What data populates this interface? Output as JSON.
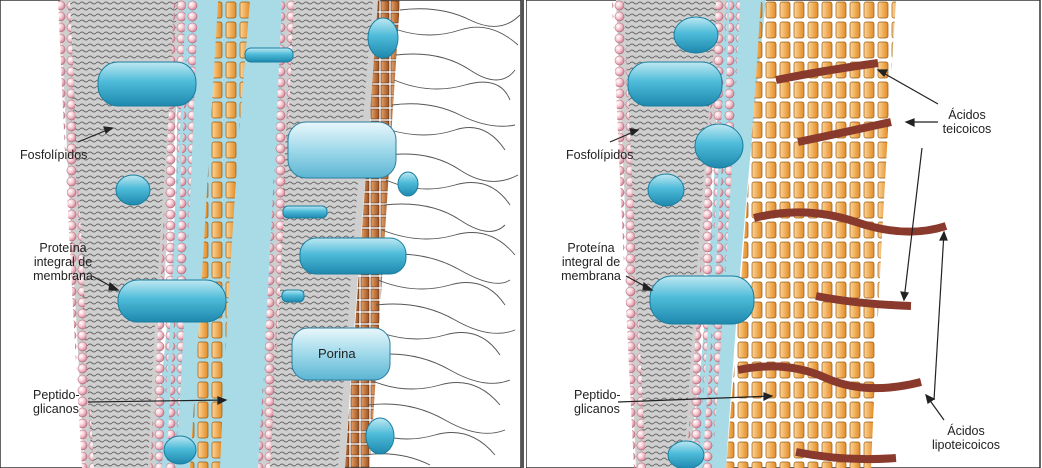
{
  "left_panel": {
    "labels": {
      "phospholipids": "Fosfolípidos",
      "membrane_protein_1": "Proteína",
      "membrane_protein_2": "integral de",
      "membrane_protein_3": "membrana",
      "peptidoglycan_1": "Peptido-",
      "peptidoglycan_2": "glicanos",
      "porin": "Porina"
    }
  },
  "right_panel": {
    "labels": {
      "phospholipids": "Fosfolípidos",
      "membrane_protein_1": "Proteína",
      "membrane_protein_2": "integral de",
      "membrane_protein_3": "membrana",
      "peptidoglycan_1": "Peptido-",
      "peptidoglycan_2": "glicanos",
      "teichoic_1": "Ácidos",
      "teichoic_2": "teicoicos",
      "lipoteichoic_1": "Ácidos",
      "lipoteichoic_2": "lipoteicoicos"
    }
  },
  "colors": {
    "periplasm": "#a9dbe6",
    "lipid_head": "#f4c6d0",
    "membrane_core": "#d9d9d9",
    "protein": "#3fb2d2",
    "peptidoglycan": "#f2a84b",
    "lps_brown": "#b66a35",
    "teichoic_acid": "#8a3a2c"
  }
}
